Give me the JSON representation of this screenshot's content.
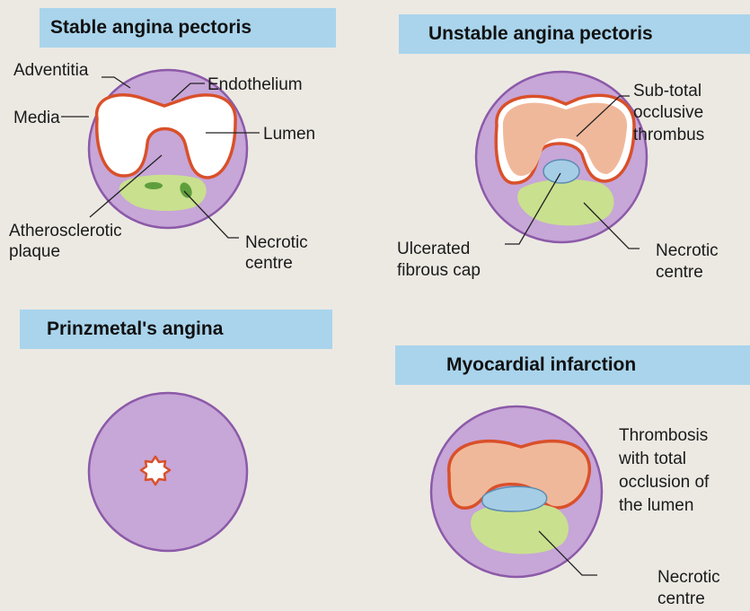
{
  "panels": {
    "stable": {
      "title": "Stable angina pectoris",
      "labels": {
        "adventitia": "Adventitia",
        "endothelium": "Endothelium",
        "media": "Media",
        "lumen": "Lumen",
        "plaque_1": "Atherosclerotic",
        "plaque_2": "plaque",
        "necrotic_1": "Necrotic",
        "necrotic_2": "centre"
      }
    },
    "unstable": {
      "title": "Unstable angina pectoris",
      "labels": {
        "thrombus_1": "Sub-total",
        "thrombus_2": "occlusive",
        "thrombus_3": "thrombus",
        "cap_1": "Ulcerated",
        "cap_2": "fibrous cap",
        "necrotic_1": "Necrotic",
        "necrotic_2": "centre"
      }
    },
    "prinzmetal": {
      "title": "Prinzmetal's angina"
    },
    "infarction": {
      "title": "Myocardial infarction",
      "labels": {
        "thrombosis_1": "Thrombosis",
        "thrombosis_2": "with total",
        "thrombosis_3": "occlusion of",
        "thrombosis_4": "the lumen",
        "necrotic_1": "Necrotic",
        "necrotic_2": "centre"
      }
    }
  },
  "colors": {
    "page_background": "#ece9e3",
    "title_band": "#a9d4ec",
    "vessel_wall": "#c7a6d8",
    "vessel_outline": "#8c5aa8",
    "endothelium": "#d9502a",
    "thrombus": "#f0b89a",
    "plaque": "#c9e08e",
    "necrotic_spots": "#5f9e3c",
    "fibrous_cap": "#a6cde6",
    "leader_line": "#222222"
  }
}
